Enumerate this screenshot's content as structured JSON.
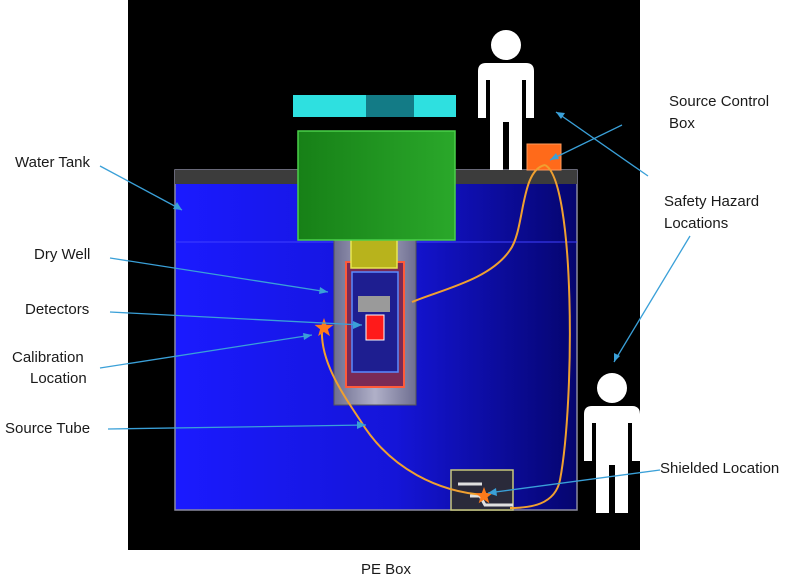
{
  "labels": {
    "water_tank": "Water Tank",
    "dry_well": "Dry Well",
    "detectors": "Detectors",
    "calibration_line1": "Calibration",
    "calibration_line2": "Location",
    "source_tube": "Source Tube",
    "source_control_line1": "Source Control",
    "source_control_line2": "Box",
    "safety_line1": "Safety Hazard",
    "safety_line2": "Locations",
    "shielded_location": "Shielded Location",
    "pe_box": "PE Box"
  },
  "colors": {
    "background": "#000000",
    "water": "#1a1aff",
    "water_dark": "#05056e",
    "tank_rim": "#3c3c3c",
    "lid_green": "#1a8a1a",
    "top_bar": "#2ee0e0",
    "top_bar_center": "#137b86",
    "plug_yellow": "#b8b31c",
    "dry_well": "#8a8aa8",
    "detector_red": "#ff1a1a",
    "control_box": "#ff6a1a",
    "tube": "#f0a030",
    "pointer_line": "#3aa0d8",
    "person": "#ffffff",
    "star": "#ff7a1a"
  },
  "icons": [
    "person-icon",
    "star-icon"
  ]
}
